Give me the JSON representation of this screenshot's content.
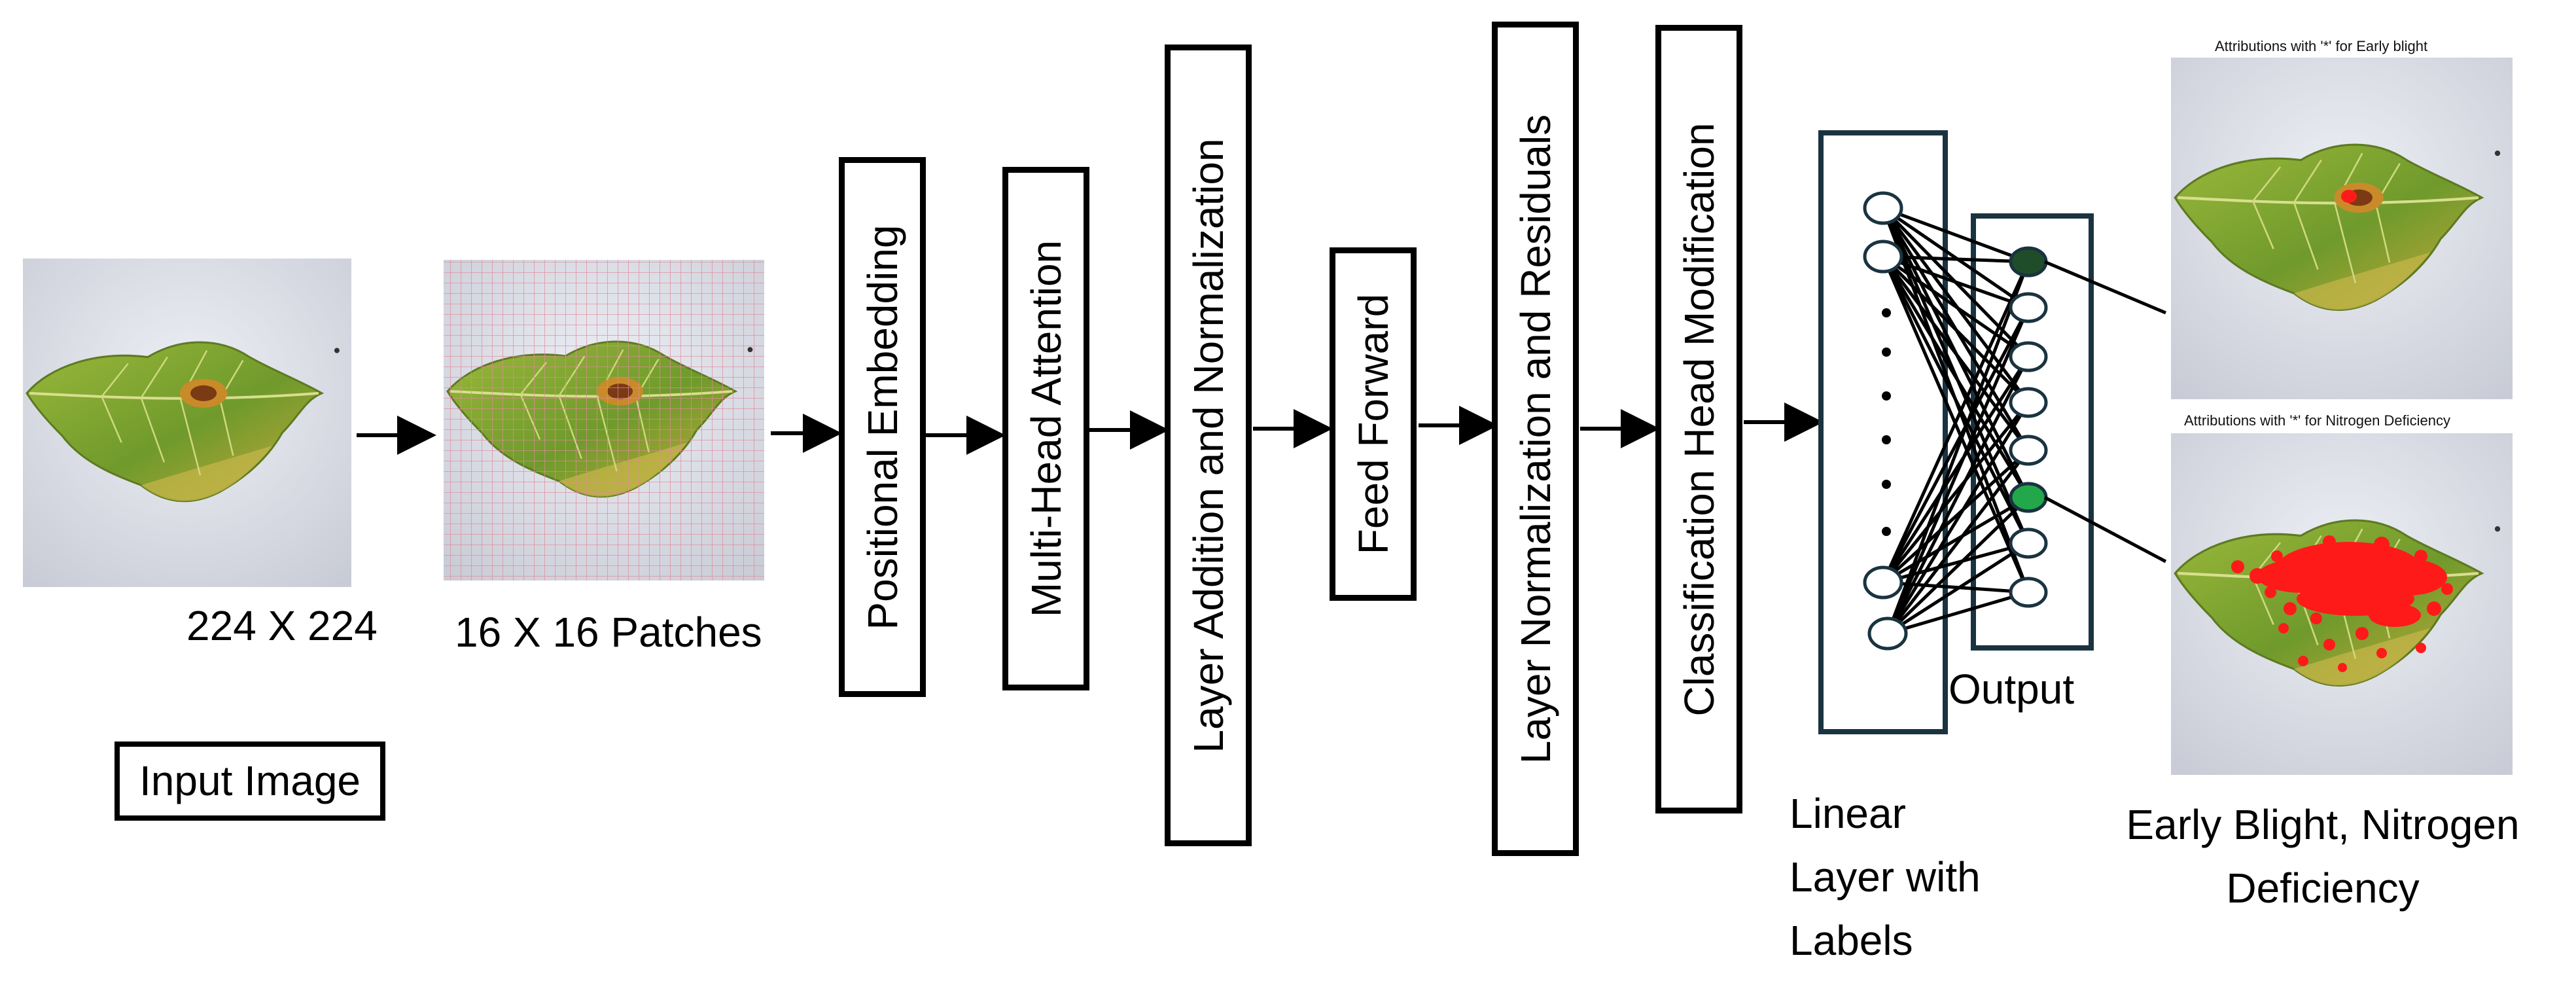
{
  "input": {
    "size_label": "224 X 224",
    "title": "Input Image"
  },
  "patches": {
    "label": "16 X 16 Patches"
  },
  "stages": [
    {
      "id": "positional-embedding",
      "label": "Positional Embedding"
    },
    {
      "id": "multi-head-attention",
      "label": "Multi-Head Attention"
    },
    {
      "id": "layer-addition-normalization",
      "label": "Layer Addition and Normalization"
    },
    {
      "id": "feed-forward",
      "label": "Feed Forward"
    },
    {
      "id": "layer-normalization-residuals",
      "label": "Layer Normalization and Residuals"
    },
    {
      "id": "classification-head-modification",
      "label": "Classification Head Modification"
    }
  ],
  "linear_layer": {
    "label_line1": "Linear",
    "label_line2": "Layer with",
    "label_line3": "Labels"
  },
  "output": {
    "label": "Output"
  },
  "attributions": {
    "top_title": "Attributions with '*' for Early blight",
    "bottom_title": "Attributions with '*' for Nitrogen Deficiency"
  },
  "result": {
    "line1": "Early Blight, Nitrogen",
    "line2": "Deficiency"
  },
  "colors": {
    "node_early_blight": "#1f4d2a",
    "node_nitrogen": "#22a84a",
    "attribution_marker": "#ff1a1a",
    "patch_grid": "#e08a9a",
    "node_stroke": "#1a3340",
    "box_stroke": "#1a3340"
  }
}
